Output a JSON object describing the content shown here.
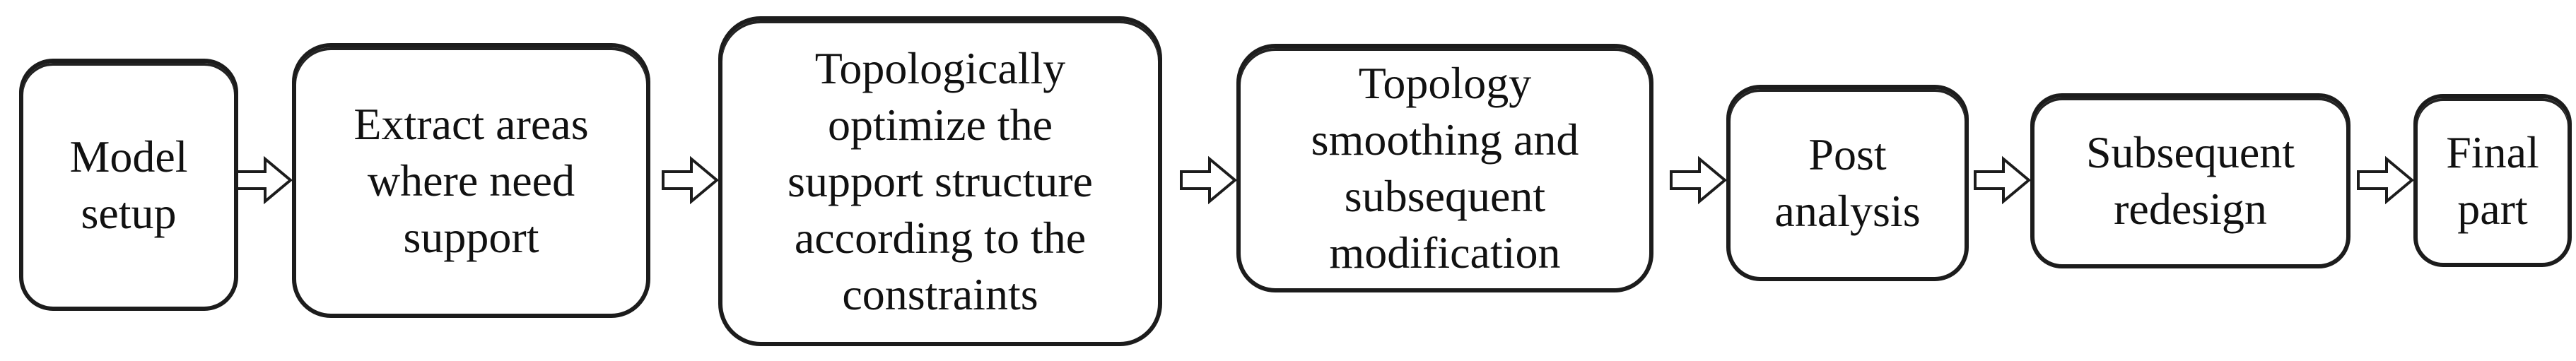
{
  "figure": {
    "type": "flowchart",
    "orientation": "horizontal",
    "background_color": "#ffffff",
    "box_fill_color": "#ffffff",
    "box_border_color": "#1c1c1c",
    "text_color": "#111111",
    "arrow_fill_color": "#ffffff",
    "arrow_outline_color": "#1c1c1c",
    "connector_style": "hollow-right-block-arrow"
  },
  "flowchart": {
    "boxes": [
      {
        "id": "model-setup",
        "label": "Model\nsetup"
      },
      {
        "id": "extract-areas",
        "label": "Extract areas\nwhere need\nsupport"
      },
      {
        "id": "topology-optimize",
        "label": "Topologically\noptimize the\nsupport structure\naccording to the\nconstraints"
      },
      {
        "id": "topology-smoothing",
        "label": "Topology\nsmoothing and\nsubsequent\nmodification"
      },
      {
        "id": "post-analysis",
        "label": "Post\nanalysis"
      },
      {
        "id": "subsequent-redesign",
        "label": "Subsequent\nredesign"
      },
      {
        "id": "final-part",
        "label": "Final\npart"
      }
    ]
  }
}
